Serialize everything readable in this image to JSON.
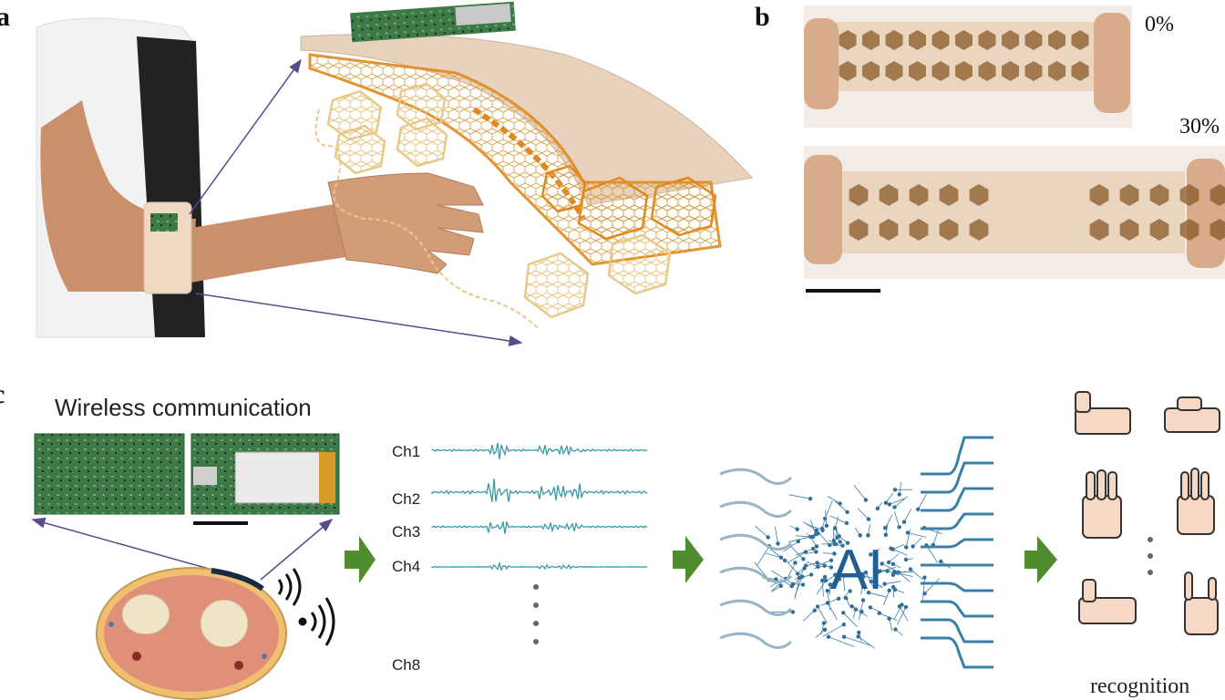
{
  "panels": {
    "a": {
      "label": "a"
    },
    "b": {
      "label": "b",
      "strain_top": "0%",
      "strain_bottom": "30%"
    },
    "c": {
      "label": "c",
      "title": "Wireless communication",
      "channels": [
        "Ch1",
        "Ch2",
        "Ch3",
        "Ch4",
        "Ch8"
      ],
      "ai_label": "AI",
      "recognition_label": "recognition",
      "colors": {
        "signal": "#3a9aa6",
        "arrow": "#4e8c2e",
        "ai": "#1f5f96",
        "skin_orange": "#e08a1e",
        "skin_light": "#e8c98a"
      }
    }
  }
}
